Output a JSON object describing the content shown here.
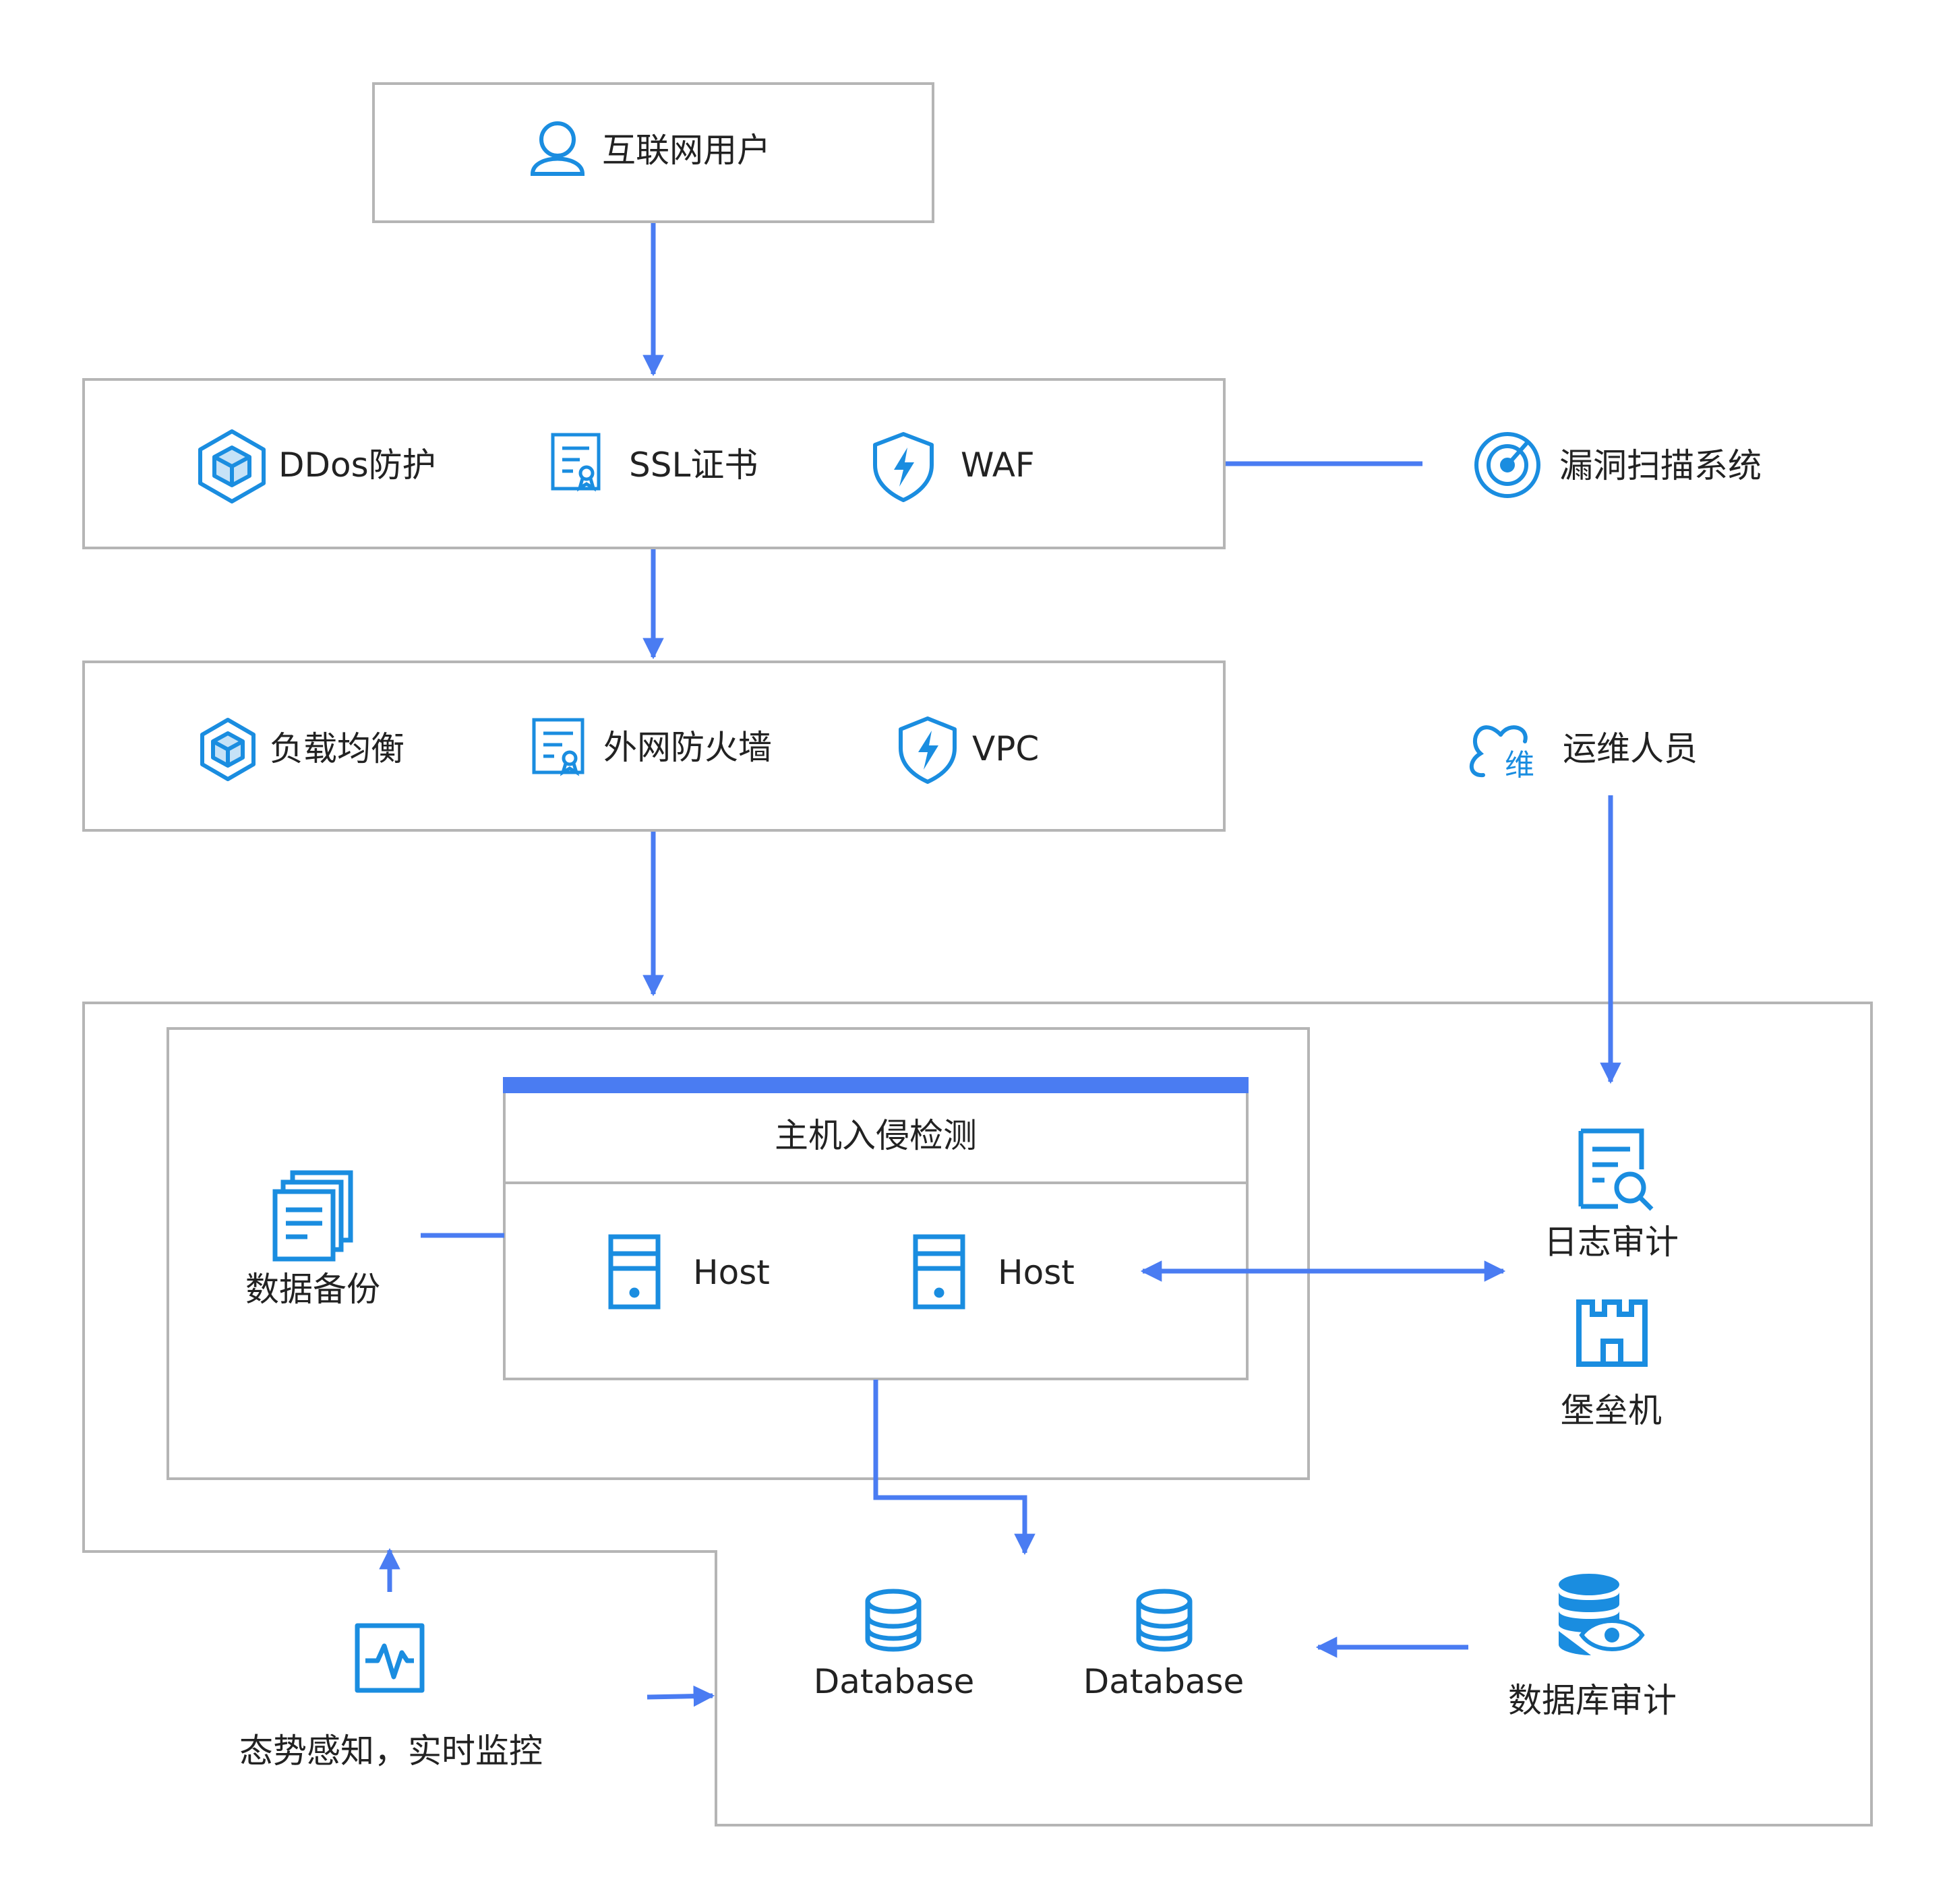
{
  "colors": {
    "accent_blue": "#4a7cf2",
    "icon_blue": "#1a8de0",
    "border_gray": "#b5b5b5",
    "text": "#222222"
  },
  "nodes": {
    "internet_user": "互联网用户",
    "ddos": "DDos防护",
    "ssl": "SSL证书",
    "waf": "WAF",
    "vuln_scan": "漏洞扫描系统",
    "load_balance": "负载均衡",
    "ext_firewall": "外网防火墙",
    "vpc": "VPC",
    "ops_staff": "运维人员",
    "ops_badge": "维",
    "hids_title": "主机入侵检测",
    "host_1": "Host",
    "host_2": "Host",
    "data_backup": "数据备份",
    "log_audit": "日志审计",
    "bastion": "堡垒机",
    "database_1": "Database",
    "database_2": "Database",
    "db_audit": "数据库审计",
    "monitoring": "态势感知，实时监控"
  },
  "icons": {
    "internet_user": "user-icon",
    "ddos": "cube-shield-icon",
    "ssl": "certificate-icon",
    "waf": "lightning-shield-icon",
    "vuln_scan": "radar-icon",
    "load_balance": "cube-shield-icon",
    "ext_firewall": "certificate-icon",
    "vpc": "lightning-shield-icon",
    "ops_staff": "operator-icon",
    "data_backup": "documents-icon",
    "host": "server-icon",
    "log_audit": "log-search-icon",
    "bastion": "castle-icon",
    "database": "database-icon",
    "db_audit": "database-eye-icon",
    "monitoring": "monitor-pulse-icon"
  }
}
